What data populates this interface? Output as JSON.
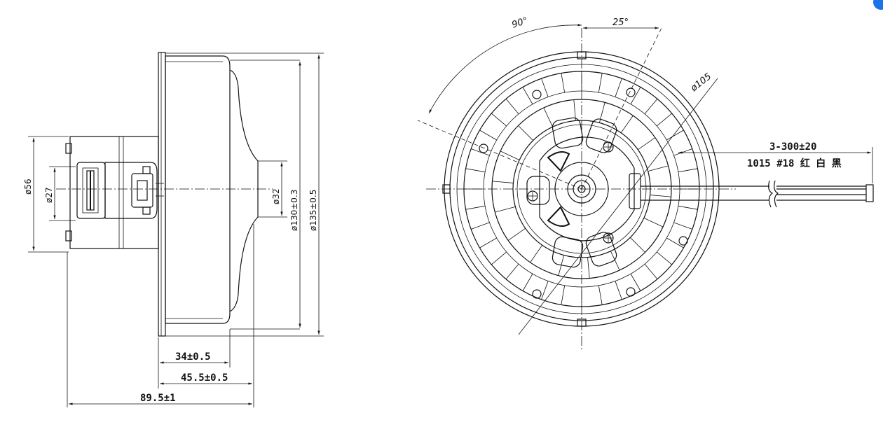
{
  "side_view": {
    "dim_d56": "ø56",
    "dim_d27": "ø27",
    "dim_d32": "ø32",
    "dim_d130": "ø130±0.3",
    "dim_d135": "ø135±0.5",
    "dim_34": "34±0.5",
    "dim_45_5": "45.5±0.5",
    "dim_89_5": "89.5±1"
  },
  "front_view": {
    "angle_90": "90°",
    "angle_25": "25°",
    "dim_d105": "ø105",
    "lead_length": "3-300±20",
    "lead_spec": "1015 #18 红 白 黑"
  },
  "colors": {
    "line": "#111111",
    "badge": "#1a73e8"
  }
}
